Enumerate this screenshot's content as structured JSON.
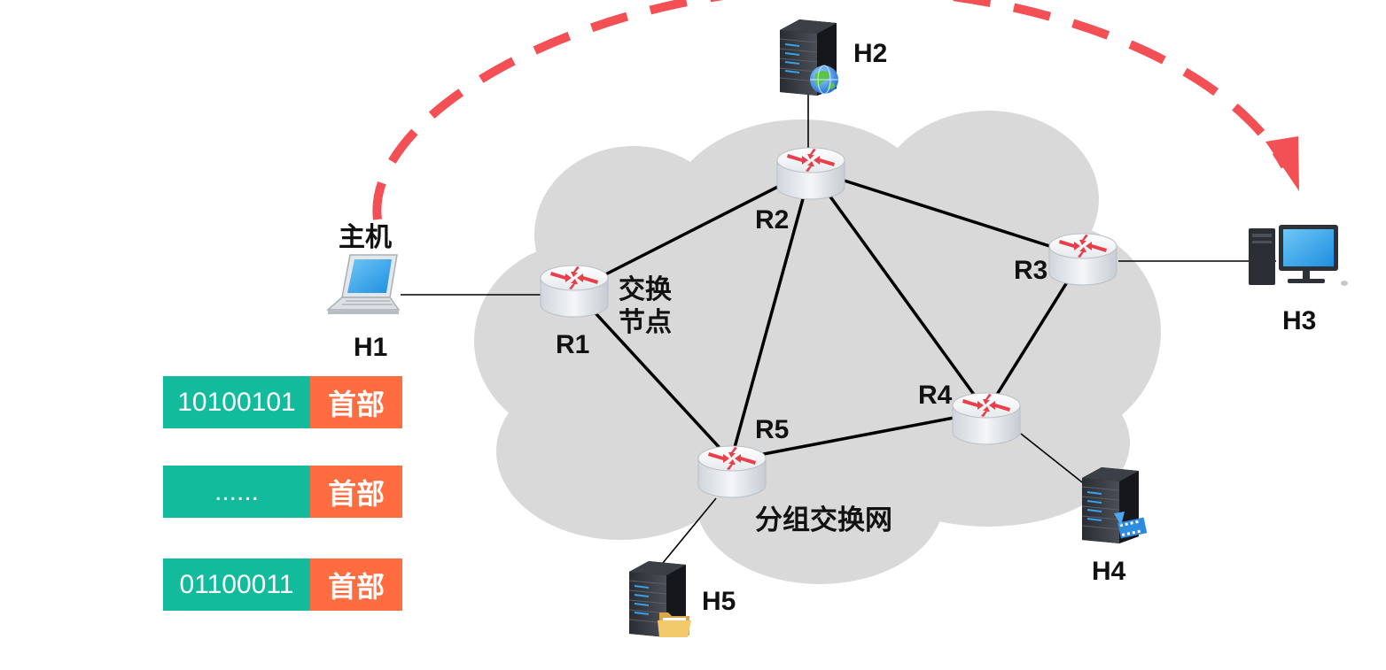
{
  "labels": {
    "host": "主机",
    "switch_node_line1": "交换",
    "switch_node_line2": "节点",
    "network": "分组交换网"
  },
  "nodes": {
    "routers": [
      "R1",
      "R2",
      "R3",
      "R4",
      "R5"
    ],
    "hosts": [
      "H1",
      "H2",
      "H3",
      "H4",
      "H5"
    ]
  },
  "packets": [
    {
      "data": "10100101",
      "header": "首部"
    },
    {
      "data": "......",
      "header": "首部"
    },
    {
      "data": "01100011",
      "header": "首部"
    }
  ],
  "colors": {
    "cloud": "#d9d9d9",
    "packet_data": "#11bb9b",
    "packet_header": "#ff6c40",
    "path_arrow": "#f25055",
    "router_arrows": "#e8404a"
  },
  "icons": {
    "H1": "laptop-icon",
    "H2": "web-server-icon",
    "H3": "desktop-computer-icon",
    "H4": "media-server-icon",
    "H5": "file-server-icon",
    "routers": "router-icon"
  }
}
